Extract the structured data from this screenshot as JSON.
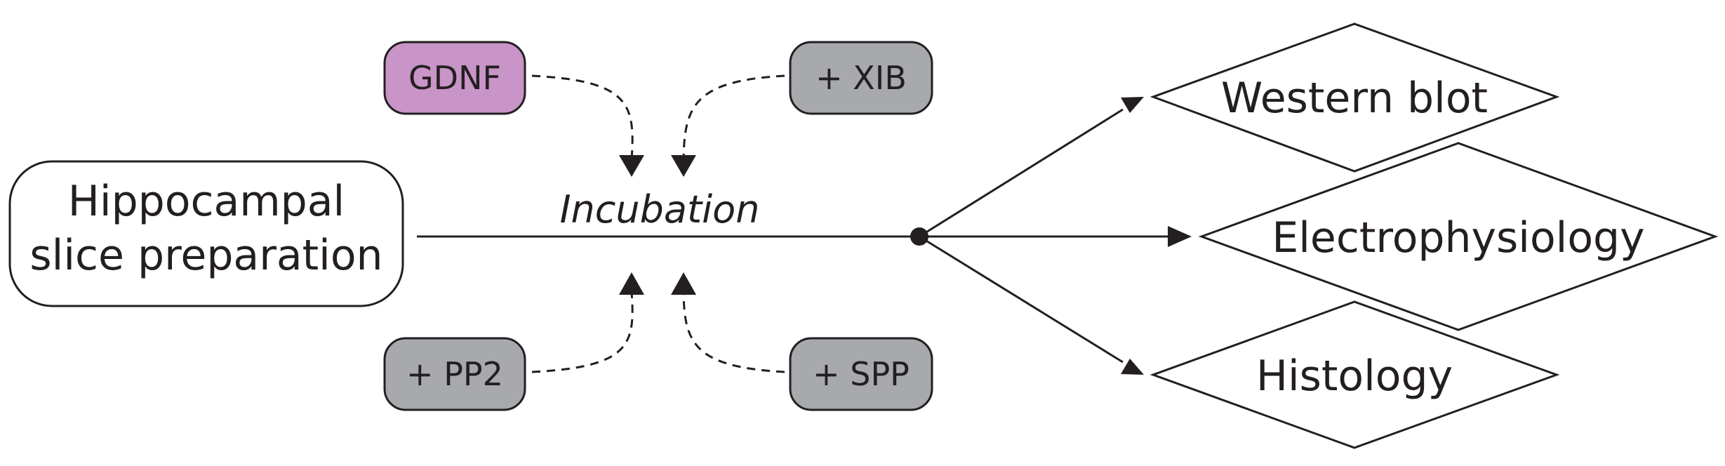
{
  "diagram": {
    "start_node": {
      "line1": "Hippocampal",
      "line2": "slice preparation"
    },
    "process_label": "Incubation",
    "treatments": {
      "top_left": "GDNF",
      "top_right": "+ XIB",
      "bottom_left": "+ PP2",
      "bottom_right": "+ SPP"
    },
    "outputs": {
      "top": "Western blot",
      "middle": "Electrophysiology",
      "bottom": "Histology"
    },
    "colors": {
      "gdnf_fill": "#c994c7",
      "inhibitor_fill": "#a7a9ac",
      "stroke": "#231f20",
      "background": "#ffffff"
    }
  }
}
